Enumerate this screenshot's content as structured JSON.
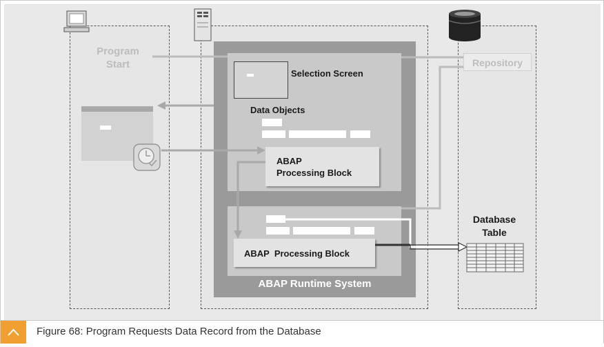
{
  "diagram": {
    "program_start": "Program\nStart",
    "repository": "Repository",
    "selection_screen": "Selection Screen",
    "data_objects": "Data Objects",
    "processing_block_1": "ABAP\nProcessing Block",
    "processing_block_2": "ABAP  Processing Block",
    "runtime_system": "ABAP Runtime System",
    "database_table": "Database\nTable"
  },
  "caption": {
    "text": "Figure 68: Program Requests Data Record from the Database"
  },
  "icons": [
    "computer-icon",
    "server-icon",
    "database-icon",
    "clock-icon",
    "chevron-up-icon"
  ]
}
